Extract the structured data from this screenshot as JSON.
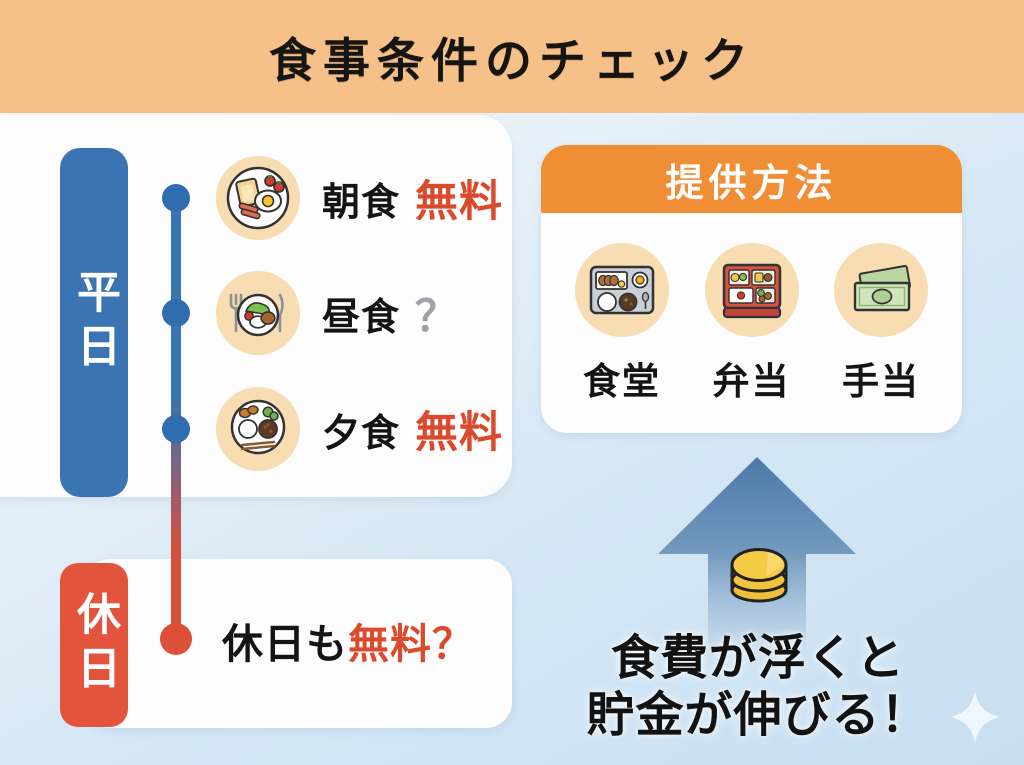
{
  "header": {
    "title": "食事条件のチェック"
  },
  "left_timeline": {
    "weekday": {
      "label": "平日",
      "meals": [
        {
          "name": "朝食",
          "status": "無料",
          "icon": "breakfast-plate-icon"
        },
        {
          "name": "昼食",
          "status": "？",
          "icon": "lunch-plate-icon"
        },
        {
          "name": "夕食",
          "status": "無料",
          "icon": "dinner-plate-icon"
        }
      ]
    },
    "holiday": {
      "label": "休日",
      "question_prefix": "休日も",
      "question_highlight": "無料？"
    }
  },
  "provision_panel": {
    "title": "提供方法",
    "options": [
      {
        "label": "食堂",
        "icon": "cafeteria-tray-icon"
      },
      {
        "label": "弁当",
        "icon": "bento-box-icon"
      },
      {
        "label": "手当",
        "icon": "money-bills-icon"
      }
    ]
  },
  "callout": {
    "line1": "食費が浮くと",
    "line2": "貯金が伸びる！",
    "icon": "coin-stack-icon",
    "arrow_icon": "up-arrow-icon"
  },
  "colors": {
    "header_bg": "#F5C189",
    "weekday_bar": "#3B74B2",
    "holiday_bar": "#E2553C",
    "free_text": "#DC4A2E",
    "unknown_text": "#9FA3A7",
    "provision_header": "#EF8E35",
    "icon_circle_bg": "#F8DCB2",
    "arrow_blue": "#4C7BAA",
    "coin_gold": "#F2C43D",
    "panel_bg": "#FCFDFC",
    "background_top": "#F8FBFC",
    "background_bottom": "#C7DFF2"
  }
}
